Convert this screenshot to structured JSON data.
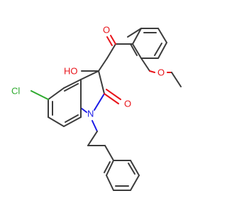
{
  "molecule": {
    "labels": {
      "chlorine": "Cl",
      "hydroxyl": "HO",
      "ketone_oxygen": "O",
      "lactam_oxygen": "O",
      "methoxy_oxygen": "O",
      "nitrogen": "N"
    },
    "colors": {
      "bond": "#3c3c3c",
      "oxygen": "#e8141a",
      "nitrogen": "#1a1ae6",
      "chlorine": "#2eaa2e"
    }
  }
}
